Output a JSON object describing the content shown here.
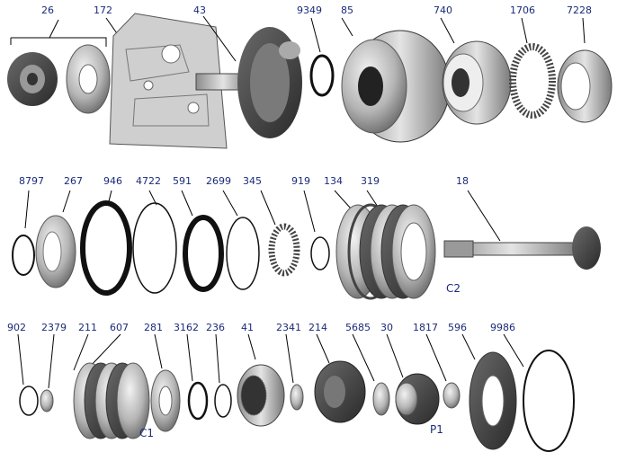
{
  "part_numbers": {
    "p26": "26",
    "p172": "172",
    "p43": "43",
    "p9349": "9349",
    "p85": "85",
    "p740": "740",
    "p1706": "1706",
    "p7228": "7228",
    "p8797": "8797",
    "p267": "267",
    "p946": "946",
    "p4722": "4722",
    "p591": "591",
    "p2699": "2699",
    "p345": "345",
    "p919": "919",
    "p134": "134",
    "p319": "319",
    "p18": "18",
    "p902": "902",
    "p2379": "2379",
    "p211": "211",
    "p607": "607",
    "p281": "281",
    "p3162": "3162",
    "p236": "236",
    "p41": "41",
    "p2341": "2341",
    "p214": "214",
    "p5685": "5685",
    "p30": "30",
    "p1817": "1817",
    "p596": "596",
    "p9986": "9986"
  },
  "group_labels": {
    "c2": "C2",
    "c1": "C1",
    "p1": "P1"
  }
}
